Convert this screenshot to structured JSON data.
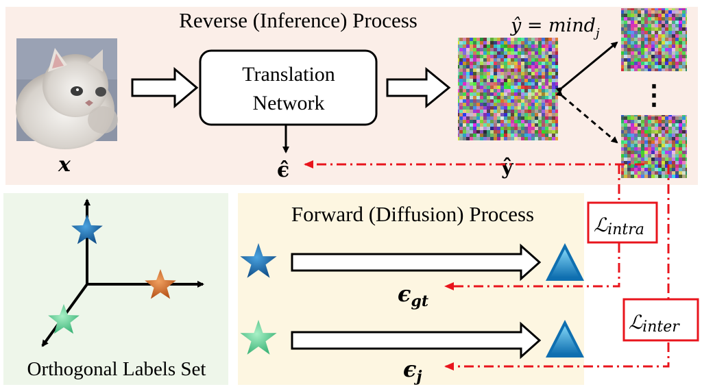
{
  "reverse": {
    "title": "Reverse (Inference) Process",
    "input_label": "x",
    "network_line1": "Translation",
    "network_line2": "Network",
    "eps_hat_label": "ϵ̂",
    "y_hat_label": "ŷ",
    "formula": "ŷ = mind",
    "formula_sub": "j",
    "ellipsis": "⋮"
  },
  "forward": {
    "title": "Forward (Diffusion) Process",
    "eps_gt_base": "ϵ",
    "eps_gt_sub": "gt",
    "eps_j_base": "ϵ",
    "eps_j_sub": "j"
  },
  "labels_panel": {
    "caption": "Orthogonal Labels Set"
  },
  "losses": {
    "intra_base": "ℒ",
    "intra_sub": "intra",
    "inter_base": "ℒ",
    "inter_sub": "inter"
  },
  "colors": {
    "reverse_bg": "#fbeee8",
    "labels_bg": "#eef6ea",
    "forward_bg": "#fdf6e1",
    "dashed_red": "#e8141c",
    "star_blue": "#1f6fb3",
    "star_orange": "#d9782b",
    "star_green": "#5fcc8f",
    "triangle": "#1b9ed8"
  }
}
